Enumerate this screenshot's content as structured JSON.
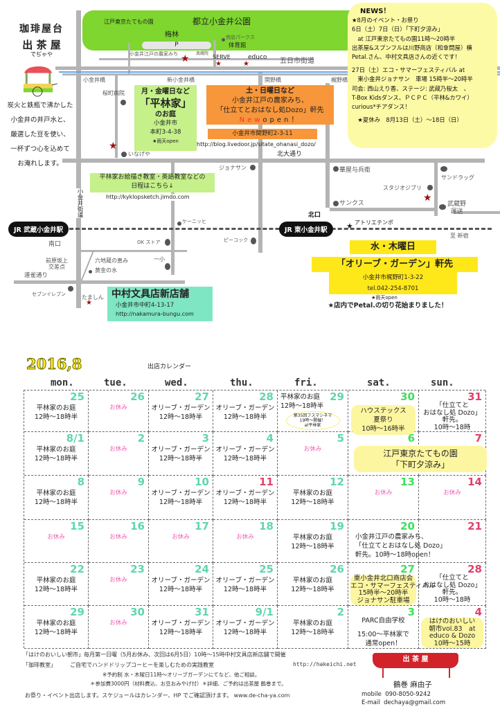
{
  "shop": {
    "name_line1": "珈琲屋台",
    "name_line2": "出 茶 屋",
    "reading": "でぢゃや",
    "intro": [
      "炭火と鉄瓶で沸かした",
      "小金井の井戸水と、",
      "厳選した豆を使い、",
      "一杯ずつ心を込めて",
      "お淹れします。"
    ]
  },
  "colors": {
    "park": "#7ed62e",
    "accent_yellow": "#ffe81a",
    "accent_orange": "#f7963a",
    "accent_green": "#c5f08a",
    "accent_mint": "#7fe6c4",
    "awning_red": "#d2232a"
  },
  "map": {
    "park": "都立小金井公園",
    "tatemono": "江戸東京たてもの園",
    "umebayashi": "梅林",
    "parking": "P",
    "baiten": "売店パークス",
    "gym": "体育館",
    "noka": "小金井江戸の農家みち",
    "shinzoin": "真蔵院",
    "serve": "SERVE",
    "educo": "educo",
    "itsukaichi": "五日市街道",
    "koganeibashi": "小金井橋",
    "shinkoganeibashi": "新小金井橋",
    "sekinobashi": "関野橋",
    "kajinobashi": "梶野橋",
    "sakuramachi": "桜町病院",
    "inageya": "いなげや",
    "jonathan": "ジョナサン",
    "kitaodori": "北大通り",
    "hanaya": "華屋与兵衛",
    "sundrug": "サンドラッグ",
    "ghibli": "スタジオジブリ",
    "sunkus": "サンクス",
    "musashino": "武蔵野\n運送",
    "kitaguchi": "北口",
    "atelier": "アトリエテンポ",
    "shinjuku": "至 新宿",
    "kaido": "小金井街道",
    "kenitchy": "ケーニッヒ",
    "peacock": "ピーコック",
    "minamiguchi": "南口",
    "okstore": "OK ストア",
    "ichisho": "一小",
    "rokujizo1": "六地蔵の恵み",
    "rokujizo2": "黄金の水",
    "maehara": "前原坂上\n交差点",
    "renjaku": "連雀通り",
    "seven": "セブンイレブン",
    "tamashin": "たましん",
    "station_west": "JR 武蔵小金井駅",
    "station_east": "JR 東小金井駅"
  },
  "hirabayashi": {
    "days": "月・金曜日など",
    "name": "「平林家」",
    "sub": "のお庭",
    "addr1": "小金井市",
    "addr2": "本町3-4-38",
    "rain": "★雨天open"
  },
  "dozo": {
    "days": "土・日曜日など",
    "line1": "小金井江戸の農家みち、",
    "line2": "「仕立てとおはなし処Dozo」軒先",
    "new_label": "New",
    "open_label": "open！",
    "addr": "小金井市関野町2-3-11",
    "url": "http://blog.livedoor.jp/sitate_ohanasi_dozo/"
  },
  "classes": {
    "line1": "平林家お絵描き教室・英語教室などの",
    "line2": "日程はこちら↓",
    "url": "http://kyklopsketch.jimdo.com"
  },
  "nakamura": {
    "name": "中村文具店新店舗",
    "addr": "小金井市中町4-13-17",
    "url": "http://nakamura-bungu.com"
  },
  "olive": {
    "days": "水・木曜日",
    "name": "「オリーブ・ガーデン」軒先",
    "addr": "小金井市梶野町1-3-22",
    "tel": "tel.042-254-8701",
    "rain": "★雨天open",
    "petal": "★店内でPetal.の切り花始まりました！"
  },
  "news": {
    "title": "NEWS！",
    "lines": [
      "★8月のイベント・お祭り",
      "6日（土）7日（日）「下町夕涼み」",
      "　at 江戸東京たてもの園11時〜20時半",
      "出茶屋&スプンフルは川野商店（和傘問屋）横",
      "Petal.さん、中村文具店さんの近くです！",
      "",
      "27日（土）エコ・サマーフェスティバル at",
      "　東小金井ジョナサン　車場 15時半〜20時半",
      "司会: 西山えり香、ステージ: 武蔵乃桜太　、",
      "T-Box Kidsダンス、ＰＣＰＣ（平林&カワイ）",
      "curious*チアダンス！",
      "",
      "　★夏休み　8月13日（土）〜18日（日）"
    ]
  },
  "calendar": {
    "title": "2016,8",
    "subtitle": "出店カレンダー",
    "weekdays": [
      "mon.",
      "tue.",
      "wed.",
      "thu.",
      "fri.",
      "sat.",
      "sun."
    ],
    "weeks": [
      [
        {
          "day": "25",
          "lines": [
            "平林家のお庭",
            "12時〜18時半"
          ]
        },
        {
          "day": "26",
          "type": "closed",
          "lines": [
            "お休み"
          ]
        },
        {
          "day": "27",
          "lines": [
            "オリーブ・ガーデン",
            "12時〜18時半"
          ]
        },
        {
          "day": "28",
          "lines": [
            "オリーブ・ガーデン",
            "12時〜18時半"
          ]
        },
        {
          "day": "29",
          "lines": [
            "平林家のお庭",
            "12時〜18時半"
          ],
          "note": [
            "第35回フスマシネマ",
            "19時〜開催！",
            "at平林家"
          ]
        },
        {
          "day": "30",
          "color": "sat",
          "type": "highlight",
          "lines": [
            "ハウステックス",
            "夏祭り",
            "10時〜16時半"
          ]
        },
        {
          "day": "31",
          "color": "sun",
          "lines": [
            "「仕立てと",
            "おはなし処 Dozo」",
            "軒先。",
            "10時〜18時"
          ]
        }
      ],
      [
        {
          "day": "8/1",
          "lines": [
            "平林家のお庭",
            "12時〜18時半"
          ]
        },
        {
          "day": "2",
          "type": "closed",
          "lines": [
            "お休み"
          ]
        },
        {
          "day": "3",
          "lines": [
            "オリーブ・ガーデン",
            "12時〜18時半"
          ]
        },
        {
          "day": "4",
          "lines": [
            "オリーブ・ガーデン",
            "12時〜18時半"
          ]
        },
        {
          "day": "5",
          "type": "closed",
          "lines": [
            "お休み"
          ]
        },
        {
          "day": "6",
          "color": "sat",
          "type": "highlight",
          "span": 2,
          "big": true,
          "lines": [
            "江戸東京たてもの園",
            "「下町夕涼み」"
          ]
        },
        {
          "day": "7",
          "color": "sun",
          "lines": []
        }
      ],
      [
        {
          "day": "8",
          "lines": [
            "平林家のお庭",
            "12時〜18時半"
          ]
        },
        {
          "day": "9",
          "type": "closed",
          "lines": [
            "お休み"
          ]
        },
        {
          "day": "10",
          "lines": [
            "オリーブ・ガーデン",
            "12時〜18時半"
          ]
        },
        {
          "day": "11",
          "color": "sun",
          "lines": [
            "オリーブ・ガーデン",
            "12時〜18時半"
          ]
        },
        {
          "day": "12",
          "lines": [
            "平林家のお庭",
            "12時〜18時半"
          ]
        },
        {
          "day": "13",
          "color": "sat",
          "type": "closed",
          "lines": [
            "お休み"
          ]
        },
        {
          "day": "14",
          "color": "sun",
          "type": "closed",
          "lines": [
            "お休み"
          ]
        }
      ],
      [
        {
          "day": "15",
          "type": "closed",
          "lines": [
            "お休み"
          ]
        },
        {
          "day": "16",
          "type": "closed",
          "lines": [
            "お休み"
          ]
        },
        {
          "day": "17",
          "type": "closed",
          "lines": [
            "お休み"
          ]
        },
        {
          "day": "18",
          "type": "closed",
          "lines": [
            "お休み"
          ]
        },
        {
          "day": "19",
          "lines": [
            "平林家のお庭",
            "12時〜18時半"
          ]
        },
        {
          "day": "20",
          "color": "sat",
          "span": 2,
          "lines": [
            "小金井江戸の農家みち、",
            "「仕立てとおはなし処 Dozo」",
            "軒先。10時〜18時open！"
          ]
        },
        {
          "day": "21",
          "color": "sun",
          "lines": []
        }
      ],
      [
        {
          "day": "22",
          "lines": [
            "平林家のお庭",
            "12時〜18時半"
          ]
        },
        {
          "day": "23",
          "type": "closed",
          "lines": [
            "お休み"
          ]
        },
        {
          "day": "24",
          "lines": [
            "オリーブ・ガーデン",
            "12時〜18時半"
          ]
        },
        {
          "day": "25",
          "lines": [
            "オリーブ・ガーデン",
            "12時〜18時半"
          ]
        },
        {
          "day": "26",
          "lines": [
            "平林家のお庭",
            "12時〜18時半"
          ]
        },
        {
          "day": "27",
          "color": "sat",
          "type": "highlight",
          "lines": [
            "東小金井北口商店会",
            "エコ・サマーフェスティバル",
            "15時半〜20時半",
            "ジョナサン駐車場"
          ]
        },
        {
          "day": "28",
          "color": "sun",
          "lines": [
            "「仕立てと",
            "おはなし処 Dozo」",
            "軒先。",
            "10時〜18時"
          ]
        }
      ],
      [
        {
          "day": "29",
          "lines": [
            "平林家のお庭",
            "12時〜18時半"
          ]
        },
        {
          "day": "30",
          "type": "closed",
          "lines": [
            "お休み"
          ]
        },
        {
          "day": "31",
          "lines": [
            "オリーブ・ガーデン",
            "12時〜18時半"
          ]
        },
        {
          "day": "9/1",
          "lines": [
            "オリーブ・ガーデン",
            "12時〜18時半"
          ]
        },
        {
          "day": "2",
          "lines": [
            "平林家のお庭",
            "12時〜18時半"
          ]
        },
        {
          "day": "3",
          "color": "sat",
          "lines": [
            "PARC自由学校",
            "",
            "15:00〜平林家で",
            "通常open！"
          ]
        },
        {
          "day": "4",
          "color": "sun",
          "type": "highlight",
          "lines": [
            "はけのおいしい",
            "朝市vol.83　at",
            "educo & Dozo",
            "10時〜15時"
          ]
        }
      ]
    ]
  },
  "footer": {
    "lines": [
      "「はけのおいしい朝市」毎月第一日曜（5月お休み、次回は6月5日）10時〜15時中村文具店新店舗で開催",
      "「珈琲教室」　　　ご自宅でハンドドリップコーヒーを楽しむための実践教室",
      "※予約制 水・木曜日11時〜オリーブガーデンにてなど、他ご相談。",
      "＊参加費3000円（材料費込、お豆おみやげ付）＊詳細、ご予約は出茶屋 鶴巻まで。",
      "お祭り・イベント出店します。スケジュールはカレンダー、HP でご確認頂けます。 www.de-cha-ya.com"
    ],
    "hakeichi_url": "http://hakeichi.net"
  },
  "contact": {
    "logo": "出 茶 屋",
    "name": "鶴巻 麻由子",
    "mobile_label": "mobile",
    "mobile": "090-8050-9242",
    "email_label": "E-mail",
    "email": "dechaya@gmail.com"
  }
}
